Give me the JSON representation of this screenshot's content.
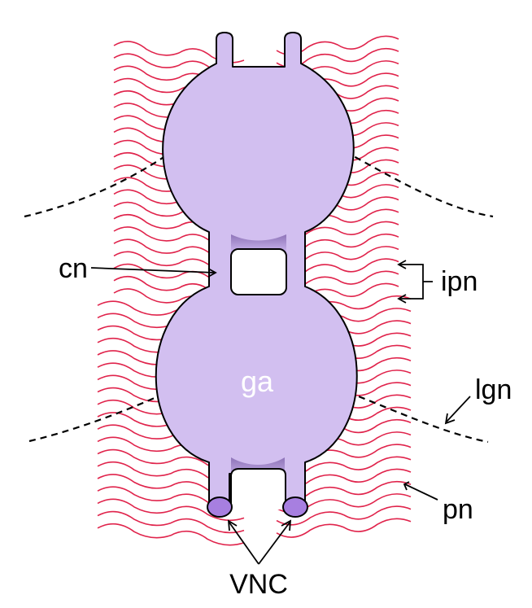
{
  "labels": {
    "cn": "cn",
    "ipn": "ipn",
    "ga": "ga",
    "lgn": "lgn",
    "pn": "pn",
    "vnc": "VNC"
  },
  "colors": {
    "ganglion_fill": "#d2bff0",
    "ganglion_shade": "#9b82c4",
    "vnc_cap": "#a77fe0",
    "peripheral_nerves": "#e0234b",
    "outline": "#000000"
  }
}
